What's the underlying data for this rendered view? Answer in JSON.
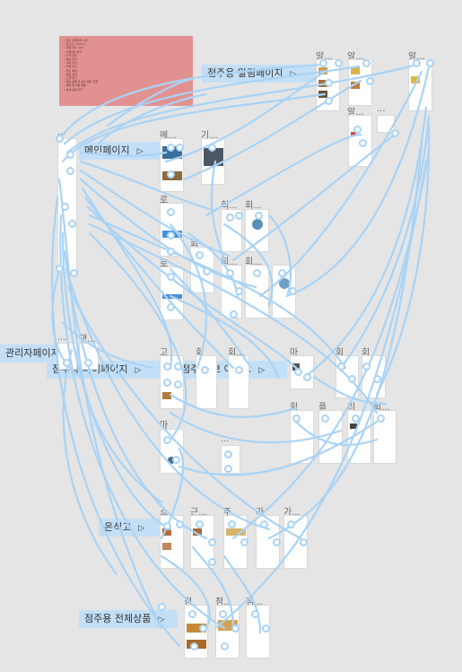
{
  "canvas": {
    "background": "#e5e5e5",
    "connector_color": "#a9d3f5",
    "flow_label_bg": "#c3dff6",
    "note_bg": "#e29191"
  },
  "note": {
    "lines": [
      "• 점주 홈페이지 시안",
      "  • 로그인 / Sign-in",
      "  • 회원가입 / Join",
      "  • 비밀번호 찾기",
      "  • 가게 관리",
      "  • 메뉴 관리",
      "  • 주문 관리",
      "  • 리뷰 관리",
      "  • 매출 통계",
      "  • 알림 설정",
      "  • 고객 문의",
      "",
      "• 메뉴 등록 후 승인 절차 진행",
      "",
      "• 배달 앱 연동 예정",
      "• 상세 내용 추가"
    ]
  },
  "flows": [
    {
      "id": "store-alarm",
      "label": "점주용 알림페이지"
    },
    {
      "id": "main",
      "label": "메인페이지"
    },
    {
      "id": "admin",
      "label": "관리자페이지"
    },
    {
      "id": "store-mypage",
      "label": "점주용 마이페이지"
    },
    {
      "id": "store-info",
      "label": "점주 정보 이메..."
    },
    {
      "id": "menu",
      "label": "온식고"
    },
    {
      "id": "store-products",
      "label": "점주용 전체상품"
    }
  ],
  "frame_labels": {
    "a1": "알...",
    "a2": "알...",
    "a3": "알...",
    "a4": "알...",
    "a5": "...",
    "m0": "...",
    "m1": "메...",
    "m2": "기...",
    "r1": "로",
    "r2": "회...",
    "r3": "회...",
    "q1": "회",
    "q2": "회...",
    "q3": "회...",
    "q4": "로",
    "k1": "...",
    "k2": "댓...",
    "s1": "고",
    "s2": "회",
    "s3": "회...",
    "t1": "마",
    "t2": "회",
    "t3": "회",
    "u1": "회",
    "u2": "플",
    "u3": "리",
    "u4": "회...",
    "v1": "마",
    "v2": "...",
    "w1": "쇼",
    "w2": "근...",
    "w3": "주",
    "w4": "가",
    "w5": "가...",
    "x1": "점",
    "x2": "점...",
    "x3": "점..."
  }
}
